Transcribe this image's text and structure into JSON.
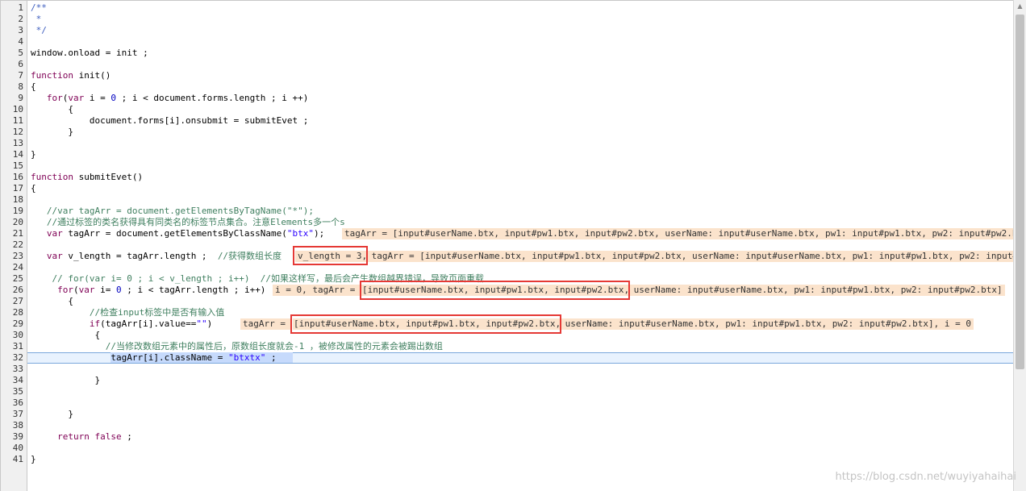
{
  "editor": {
    "lines": [
      {
        "n": "1",
        "t": "/**"
      },
      {
        "n": "2",
        "t": " *"
      },
      {
        "n": "3",
        "t": " */"
      },
      {
        "n": "4",
        "t": ""
      },
      {
        "n": "5",
        "t": "window.onload = init ;"
      },
      {
        "n": "6",
        "t": ""
      },
      {
        "n": "7",
        "t": "function init()"
      },
      {
        "n": "8",
        "t": "{"
      },
      {
        "n": "9",
        "t": "   for(var i = 0 ; i < document.forms.length ; i ++)"
      },
      {
        "n": "10",
        "t": "       {"
      },
      {
        "n": "11",
        "t": "           document.forms[i].onsubmit = submitEvet ;"
      },
      {
        "n": "12",
        "t": "       }"
      },
      {
        "n": "13",
        "t": ""
      },
      {
        "n": "14",
        "t": "}"
      },
      {
        "n": "15",
        "t": ""
      },
      {
        "n": "16",
        "t": "function submitEvet()"
      },
      {
        "n": "17",
        "t": "{"
      },
      {
        "n": "18",
        "t": ""
      },
      {
        "n": "19",
        "t": "   //var tagArr = document.getElementsByTagName(\"*\");"
      },
      {
        "n": "20",
        "t": "   //通过标签的类名获得具有同类名的标签节点集合。注意Elements多一个s"
      },
      {
        "n": "21",
        "t": "   var tagArr = document.getElementsByClassName(\"btx\");"
      },
      {
        "n": "22",
        "t": ""
      },
      {
        "n": "23",
        "t": "   var v_length = tagArr.length ;  //获得数组长度"
      },
      {
        "n": "24",
        "t": ""
      },
      {
        "n": "25",
        "t": "    // for(var i= 0 ; i < v_length ; i++)  //如果这样写，最后会产生数组越界错误，导致页面重载"
      },
      {
        "n": "26",
        "t": "     for(var i= 0 ; i < tagArr.length ; i++)"
      },
      {
        "n": "27",
        "t": "       {"
      },
      {
        "n": "28",
        "t": "           //检查input标签中是否有输入值"
      },
      {
        "n": "29",
        "t": "           if(tagArr[i].value==\"\")"
      },
      {
        "n": "30",
        "t": "            {"
      },
      {
        "n": "31",
        "t": "              //当修改数组元素中的属性后，原数组长度就会-1 ，被修改属性的元素会被踢出数组"
      },
      {
        "n": "32",
        "t": "               tagArr[i].className = \"btxtx\" ;"
      },
      {
        "n": "33",
        "t": ""
      },
      {
        "n": "34",
        "t": "            }"
      },
      {
        "n": "35",
        "t": ""
      },
      {
        "n": "36",
        "t": ""
      },
      {
        "n": "37",
        "t": "       }"
      },
      {
        "n": "38",
        "t": ""
      },
      {
        "n": "39",
        "t": "     return false ;"
      },
      {
        "n": "40",
        "t": ""
      },
      {
        "n": "41",
        "t": "}"
      }
    ],
    "inspections": {
      "line21": "tagArr = [input#userName.btx, input#pw1.btx, input#pw2.btx, userName: input#userName.btx, pw1: input#pw1.btx, pw2: input#pw2.b",
      "line23_a": "v_length = 3,",
      "line23_b": " tagArr = [input#userName.btx, input#pw1.btx, input#pw2.btx, userName: input#userName.btx, pw1: input#pw1.btx, pw2: input#",
      "line26_a": "i = 0, tagArr = ",
      "line26_b": "[input#userName.btx, input#pw1.btx, input#pw2.btx,",
      "line26_c": " userName: input#userName.btx, pw1: input#pw1.btx, pw2: input#pw2.btx]",
      "line29_a": "tagArr = ",
      "line29_b": "[input#userName.btx, input#pw1.btx, input#pw2.btx,",
      "line29_c": " userName: input#userName.btx, pw1: input#pw1.btx, pw2: input#pw2.btx], i = 0"
    }
  },
  "watermark": "https://blog.csdn.net/wuyiyahaihai",
  "colors": {
    "keyword": "#7f0055",
    "comment": "#3f7f5f",
    "string": "#2a00ff",
    "inspection_bg": "#fbe3cc",
    "annotation_red": "#e53935",
    "current_line": "#e8f2fe"
  }
}
